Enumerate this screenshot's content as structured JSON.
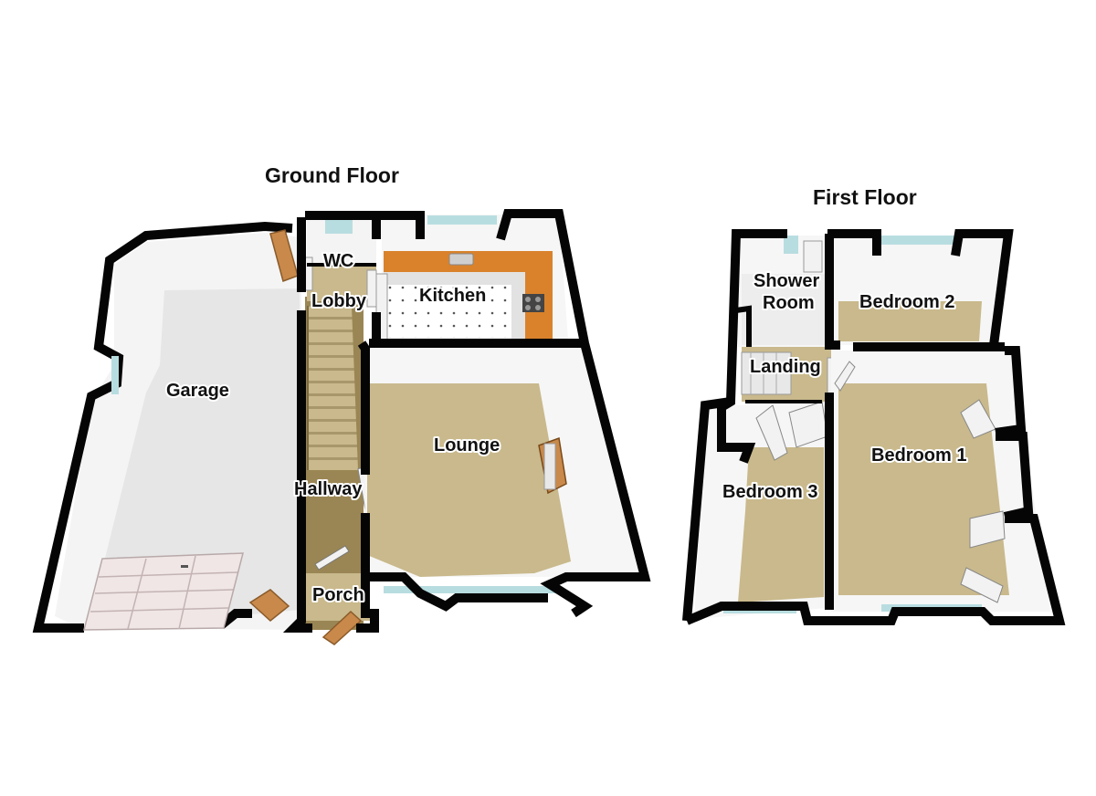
{
  "floors": [
    {
      "title": "Ground Floor",
      "rooms": [
        "Garage",
        "WC",
        "Lobby",
        "Kitchen",
        "Lounge",
        "Hallway",
        "Porch"
      ]
    },
    {
      "title": "First Floor",
      "rooms": [
        "Shower",
        "Room",
        "Bedroom 2",
        "Landing",
        "Bedroom 1",
        "Bedroom 3"
      ]
    }
  ],
  "colors": {
    "wall": "#050505",
    "carpet": "#c9b98c",
    "garage_floor": "#e7e7e7",
    "kitchen_counter": "#d9822b",
    "wall_face": "#f6f6f6",
    "door": "#c8894a",
    "window": "#b8dde0",
    "hall_floor": "#9a8654",
    "kitchen_floor": "#ffffff"
  }
}
